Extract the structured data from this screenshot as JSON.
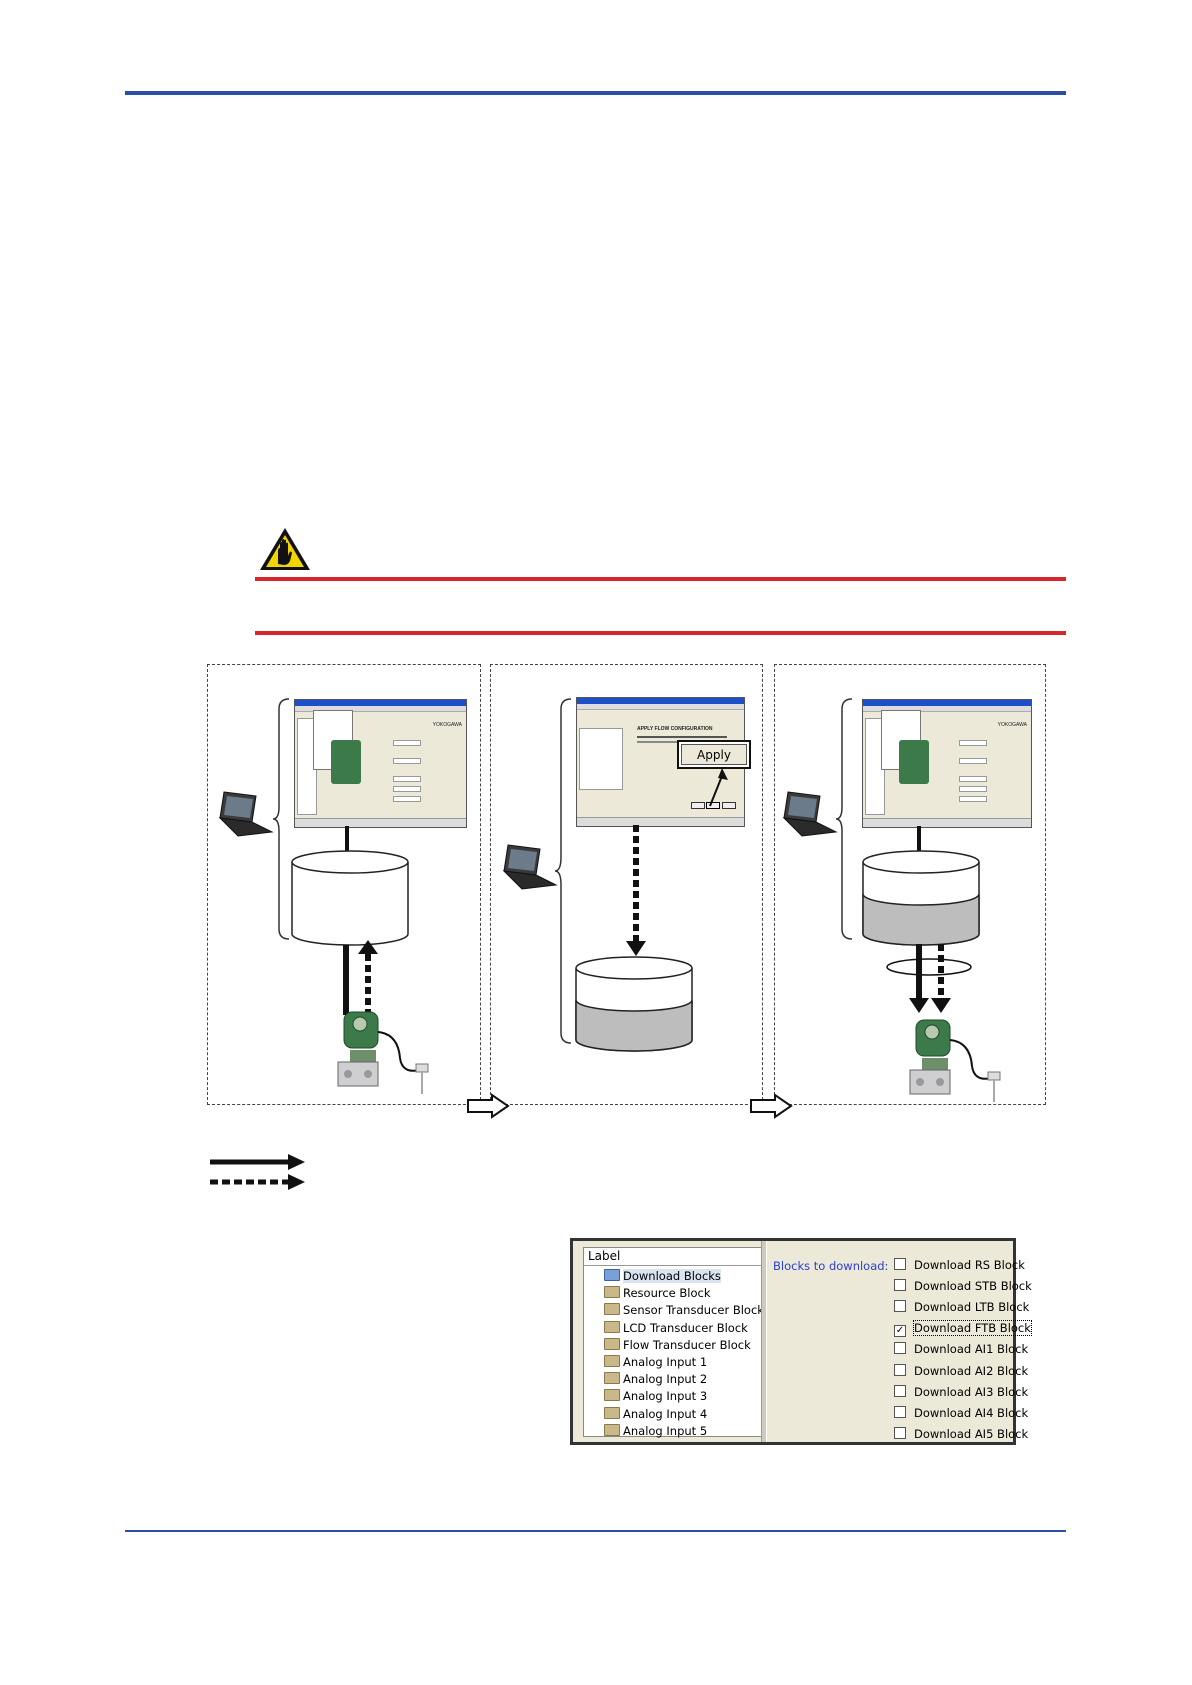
{
  "document": {
    "header_rule_color": "#2b4fa3",
    "warning_rule_color": "#d8262c",
    "warning_icon": "hand-caution-icon"
  },
  "figure": {
    "step2_screen": {
      "apply_callout": "Apply"
    },
    "legend": {
      "solid_arrow_icon": "solid-arrow-icon",
      "dashed_arrow_icon": "dashed-arrow-icon"
    }
  },
  "dialog": {
    "tree_header": "Label",
    "tree_items": [
      {
        "label": "Download Blocks",
        "selected": true
      },
      {
        "label": "Resource Block"
      },
      {
        "label": "Sensor Transducer Block"
      },
      {
        "label": "LCD Transducer Block"
      },
      {
        "label": "Flow Transducer Block"
      },
      {
        "label": "Analog Input 1"
      },
      {
        "label": "Analog Input 2"
      },
      {
        "label": "Analog Input 3"
      },
      {
        "label": "Analog Input 4"
      },
      {
        "label": "Analog Input 5"
      }
    ],
    "blocks_label": "Blocks to download:",
    "checkboxes": [
      {
        "label": "Download RS Block",
        "checked": false
      },
      {
        "label": "Download STB Block",
        "checked": false
      },
      {
        "label": "Download LTB Block",
        "checked": false
      },
      {
        "label": "Download FTB Block",
        "checked": true
      },
      {
        "label": "Download AI1 Block",
        "checked": false
      },
      {
        "label": "Download AI2 Block",
        "checked": false
      },
      {
        "label": "Download AI3 Block",
        "checked": false
      },
      {
        "label": "Download AI4 Block",
        "checked": false
      },
      {
        "label": "Download AI5 Block",
        "checked": false
      }
    ]
  }
}
